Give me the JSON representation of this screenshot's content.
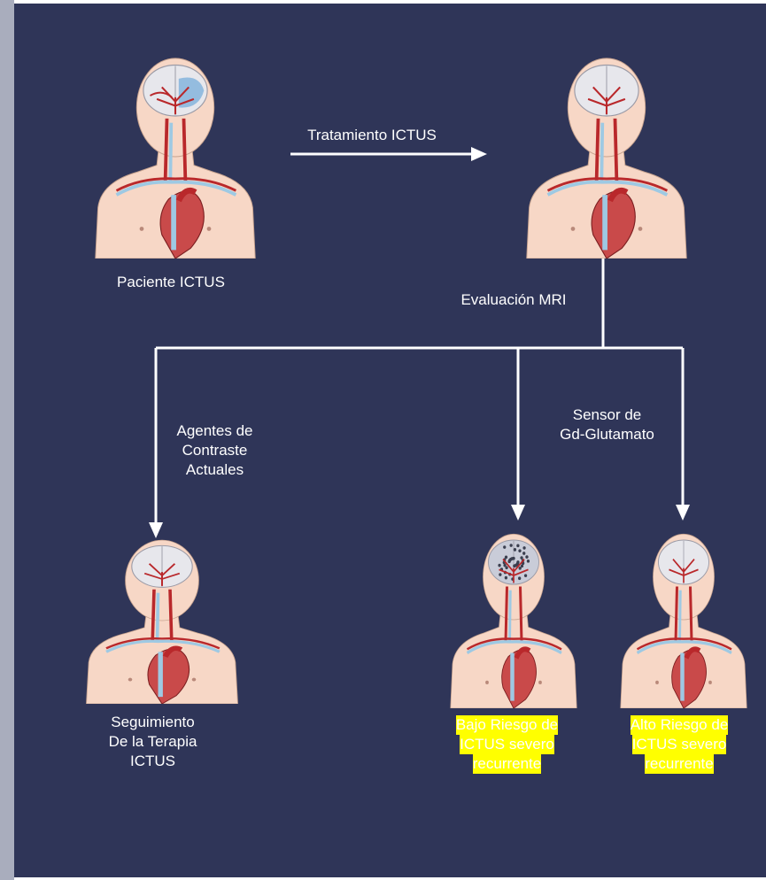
{
  "colors": {
    "background": "#2f3558",
    "left_strip": "#a9adbd",
    "arrow": "#ffffff",
    "label_text": "#ffffff",
    "highlight_fill": "#ffff00",
    "highlight_text": "#ffffff",
    "skin": "#f7d7c6",
    "artery": "#b9282b",
    "vein": "#9ec9e3",
    "brain": "#e7e7ec"
  },
  "figures": {
    "patient": {
      "label": "Paciente ICTUS",
      "brain": "infarct-blue"
    },
    "treated": {
      "brain": "normal"
    },
    "followup": {
      "label": [
        "Seguimiento",
        "De la Terapia",
        "ICTUS"
      ],
      "brain": "normal"
    },
    "low_risk": {
      "label": [
        "Bajo Riesgo de",
        "ICTUS severo",
        "recurrente"
      ],
      "brain": "dotted"
    },
    "high_risk": {
      "label": [
        "Alto Riesgo de",
        "ICTUS severo",
        "recurrente"
      ],
      "brain": "normal"
    }
  },
  "arrows": {
    "treatment_label": "Tratamiento ICTUS",
    "mri_label": "Evaluación MRI",
    "current_agents_label": [
      "Agentes de",
      "Contraste",
      "Actuales"
    ],
    "sensor_label": [
      "Sensor de",
      "Gd-Glutamato"
    ]
  }
}
